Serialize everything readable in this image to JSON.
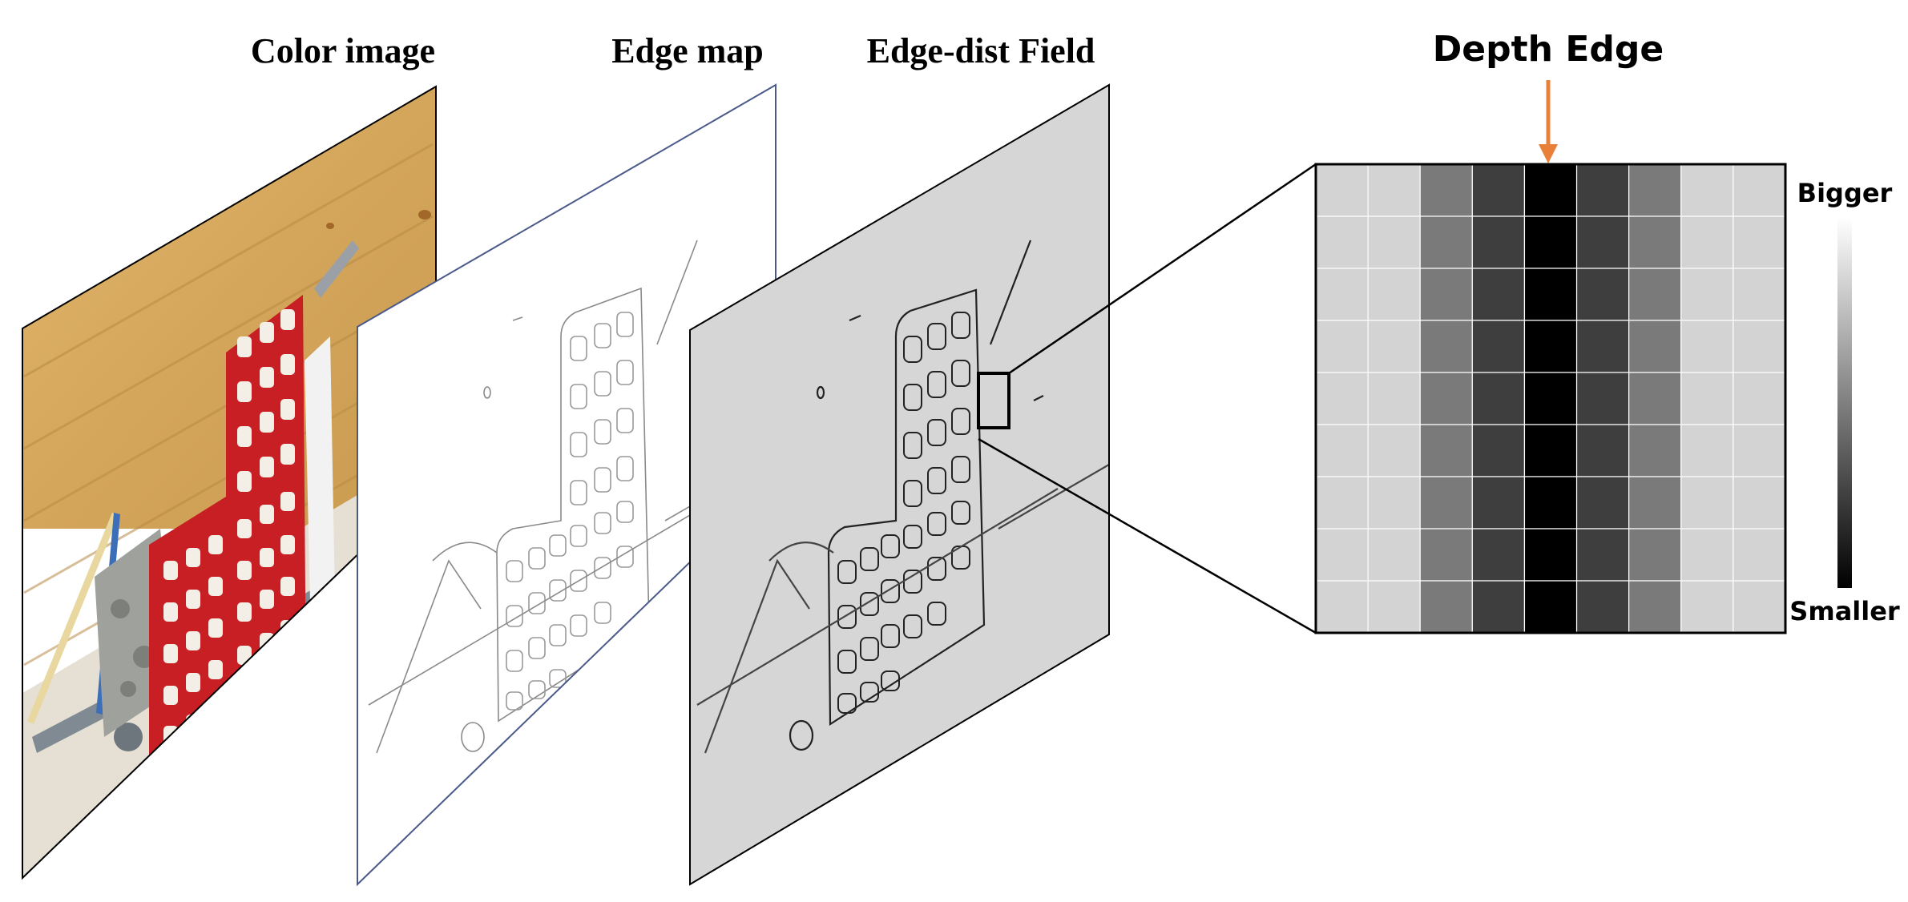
{
  "titles": {
    "color_image": "Color image",
    "edge_map": "Edge map",
    "edge_dist_field": "Edge-dist Field",
    "depth_edge": "Depth Edge"
  },
  "scale": {
    "top_label": "Bigger",
    "bottom_label": "Smaller"
  },
  "grid": {
    "rows": 9,
    "columns": 9,
    "column_shades": [
      "#d3d3d3",
      "#d3d3d3",
      "#7a7a7a",
      "#3e3e3e",
      "#000000",
      "#3e3e3e",
      "#7a7a7a",
      "#d3d3d3",
      "#d3d3d3"
    ]
  },
  "colors": {
    "arrow": "#e8803a",
    "wood": "#d9ad63",
    "floor": "#e6dfd4",
    "basket": "#cc2222",
    "field_bg": "#d6d6d6",
    "edge_plane_border": "#4a5a8a"
  }
}
